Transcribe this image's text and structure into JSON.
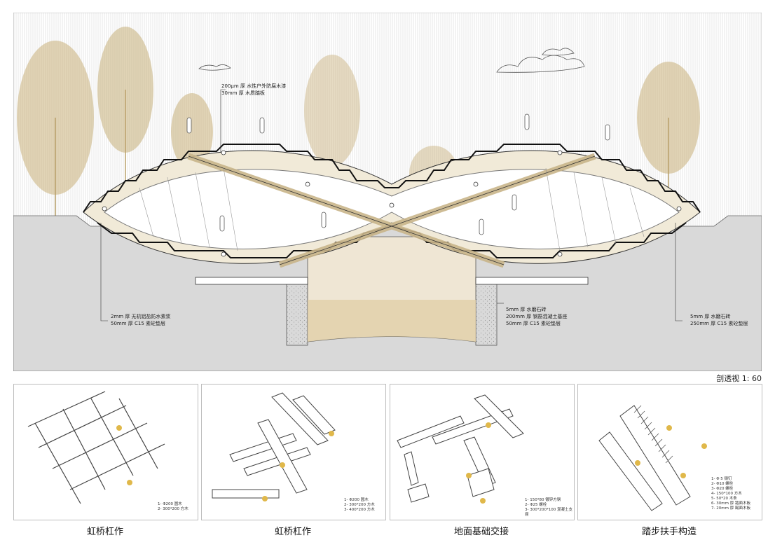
{
  "section": {
    "scale_label": "剖透视 1: 60",
    "annotations": {
      "top": [
        "200μm 厚 水性户外防腐木漆",
        "30mm 厚 木质踏板"
      ],
      "left": [
        "2mm 厚 无机铝盐防水素浆",
        "50mm 厚 C15 素砼垫层"
      ],
      "center": [
        "5mm 厚 水磨石砖",
        "200mm 厚 钢筋混凝土基座",
        "50mm 厚 C15 素砼垫层"
      ],
      "right": [
        "5mm 厚 水磨石砖",
        "250mm 厚 C15 素砼垫层"
      ]
    }
  },
  "details": [
    {
      "title": "虹桥杠作",
      "legend": [
        "1-    Φ200 圆木",
        "2-    300*200 方木"
      ]
    },
    {
      "title": "虹桥杠作",
      "legend": [
        "1-    Φ200 圆木",
        "2-    300*200 方木",
        "3-    400*200 方木"
      ]
    },
    {
      "title": "地面基础交接",
      "legend": [
        "1-    150*80 镀锌方钢",
        "2-    Φ25 螺栓",
        "3-    300*200*100 混凝土支座"
      ]
    },
    {
      "title": "踏步扶手构造",
      "legend": [
        "1-    Φ 5 钢钉",
        "2-    Φ10 螺栓",
        "3-    Φ20 螺栓",
        "4-    150*100 方木",
        "5-    50*20 木条",
        "6-    30mm 厚 踏面木板",
        "7-    20mm 厚 踢面木板"
      ]
    }
  ],
  "colors": {
    "wood": "#e8dcc0",
    "tree": "#c8b07a",
    "ground": "#d9d9d9",
    "water": "#e9dcc4",
    "marker": "#e0b84a"
  }
}
